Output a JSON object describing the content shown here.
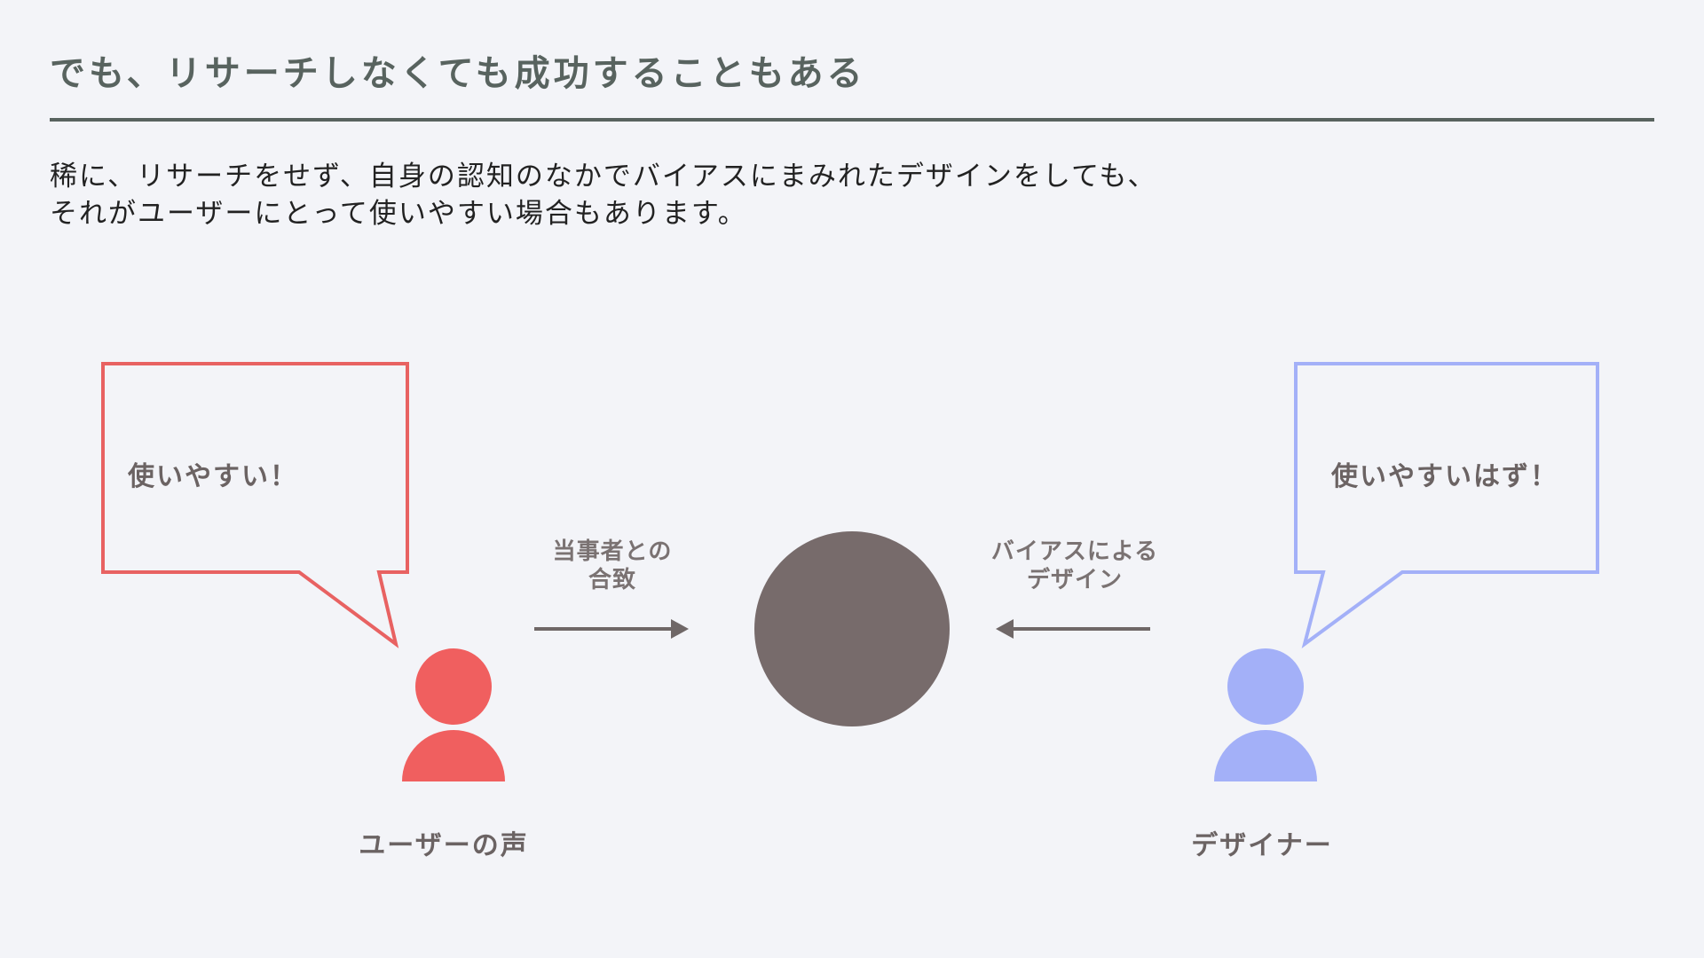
{
  "slide": {
    "title": "でも、リサーチしなくても成功することもある",
    "lead_line1": "稀に、リサーチをせず、自身の認知のなかでバイアスにまみれたデザインをしても、",
    "lead_line2": "それがユーザーにとって使いやすい場合もあります。"
  },
  "diagram": {
    "user_bubble": "使いやすい！",
    "designer_bubble": "使いやすいはず！",
    "left_arrow_label_line1": "当事者との",
    "left_arrow_label_line2": "合致",
    "right_arrow_label_line1": "バイアスによる",
    "right_arrow_label_line2": "デザイン",
    "user_label": "ユーザーの声",
    "designer_label": "デザイナー"
  },
  "colors": {
    "user": "#f05f5f",
    "designer": "#a3b0f8",
    "center": "#776b6b",
    "arrow": "#6f6767",
    "title": "#58635f"
  },
  "icons": [
    "user-person-icon",
    "designer-person-icon",
    "speech-bubble-left",
    "speech-bubble-right",
    "arrow-right-icon",
    "arrow-left-icon",
    "center-circle"
  ]
}
